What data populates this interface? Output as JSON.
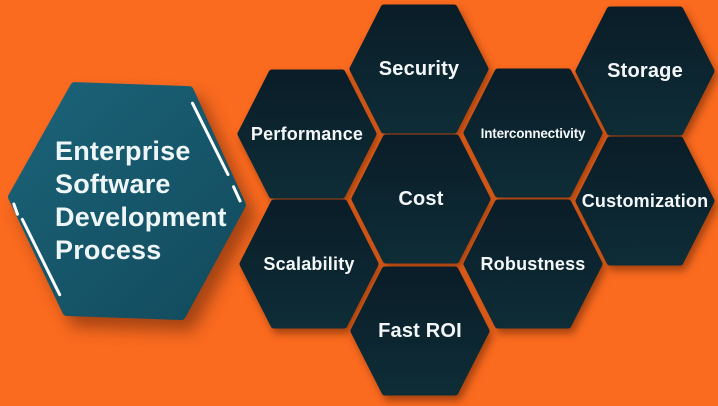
{
  "canvas": {
    "background_color": "#fa6a1f"
  },
  "main_hexagon": {
    "label": "Enterprise Software Development Process",
    "lines": [
      "Enterprise",
      "Software",
      "Development",
      "Process"
    ],
    "fill_color_top": "#1b6378",
    "fill_color_bottom": "#124a5d",
    "accent_stroke_color": "#ffffff"
  },
  "hexagons": [
    {
      "id": "security",
      "label": "Security"
    },
    {
      "id": "storage",
      "label": "Storage"
    },
    {
      "id": "performance",
      "label": "Performance"
    },
    {
      "id": "interconnectivity",
      "label": "Interconnectivity"
    },
    {
      "id": "cost",
      "label": "Cost"
    },
    {
      "id": "customization",
      "label": "Customization"
    },
    {
      "id": "scalability",
      "label": "Scalability"
    },
    {
      "id": "robustness",
      "label": "Robustness"
    },
    {
      "id": "fast_roi",
      "label": "Fast ROI"
    }
  ],
  "colors": {
    "hex_fill_top": "#0a1d28",
    "hex_fill_bottom": "#0e2d37",
    "label_text": "#f4f7f8"
  }
}
